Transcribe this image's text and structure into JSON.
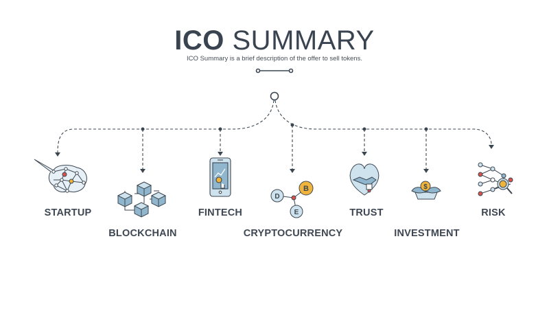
{
  "header": {
    "title_bold": "ICO",
    "title_light": "SUMMARY",
    "subtitle": "ICO Summary is a brief description of the offer to sell tokens."
  },
  "colors": {
    "text": "#3e4752",
    "stroke": "#3c4650",
    "light_blue": "#cfe3ee",
    "mid_blue": "#8fb6cc",
    "coin_gold": "#f0b43c",
    "accent_red": "#d9534f",
    "accent_green": "#7fb069"
  },
  "items": [
    {
      "label": "STARTUP",
      "icon": "brain-network-icon"
    },
    {
      "label": "BLOCKCHAIN",
      "icon": "blockchain-cubes-icon"
    },
    {
      "label": "FINTECH",
      "icon": "mobile-finance-icon"
    },
    {
      "label": "CRYPTOCURRENCY",
      "icon": "crypto-coins-icon"
    },
    {
      "label": "TRUST",
      "icon": "handshake-heart-icon"
    },
    {
      "label": "INVESTMENT",
      "icon": "money-plant-icon"
    },
    {
      "label": "RISK",
      "icon": "risk-network-icon"
    }
  ],
  "coin_symbols": {
    "bitcoin": "B",
    "dash": "D",
    "ethereum": "E",
    "dollar": "$"
  }
}
